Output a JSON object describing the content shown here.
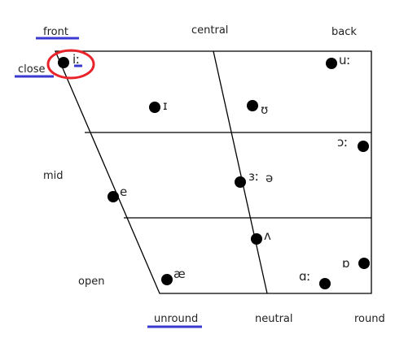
{
  "diagram": {
    "column_labels": {
      "front": "front",
      "central": "central",
      "back": "back"
    },
    "row_labels": {
      "close": "close",
      "mid": "mid",
      "open": "open"
    },
    "bottom_labels": {
      "unround": "unround",
      "neutral": "neutral",
      "round": "round"
    },
    "vowels": {
      "i_long": "iː",
      "u_long": "uː",
      "near_close_front": "ɪ",
      "near_close_back": "ʊ",
      "open_mid_back_long": "ɔː",
      "mid_central_long": "ɜː",
      "schwa": "ə",
      "e": "e",
      "wedge": "ʌ",
      "ae": "æ",
      "open_back_rounded": "ɒ",
      "open_back_long": "ɑː"
    },
    "colors": {
      "line": "#000000",
      "dot": "#000000",
      "underline": "#3a3ad0",
      "highlight_circle": "#e8232a"
    }
  }
}
